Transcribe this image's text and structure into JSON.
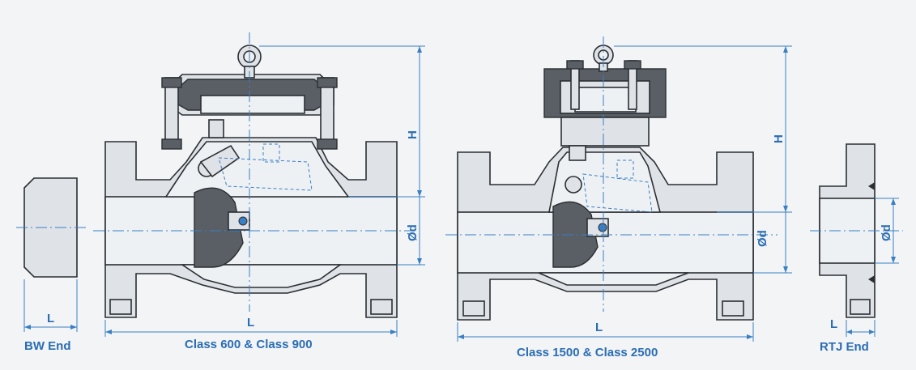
{
  "captions": {
    "bw_end": "BW End",
    "class_600_900": "Class 600 & Class 900",
    "class_1500_2500": "Class 1500 & Class 2500",
    "rtj_end": "RTJ End"
  },
  "dimension_labels": {
    "bw_length": "L",
    "length_600": "L",
    "height_600": "H",
    "bore_600": "Ød",
    "length_1500": "L",
    "height_1500": "H",
    "bore_1500": "Ød",
    "rtj_length": "L",
    "rtj_bore": "Ød"
  },
  "colors": {
    "dimension": "#3a7fc4",
    "outline": "#2b2f33",
    "body_fill": "#dfe3e8",
    "dark_part": "#5a5f66"
  }
}
